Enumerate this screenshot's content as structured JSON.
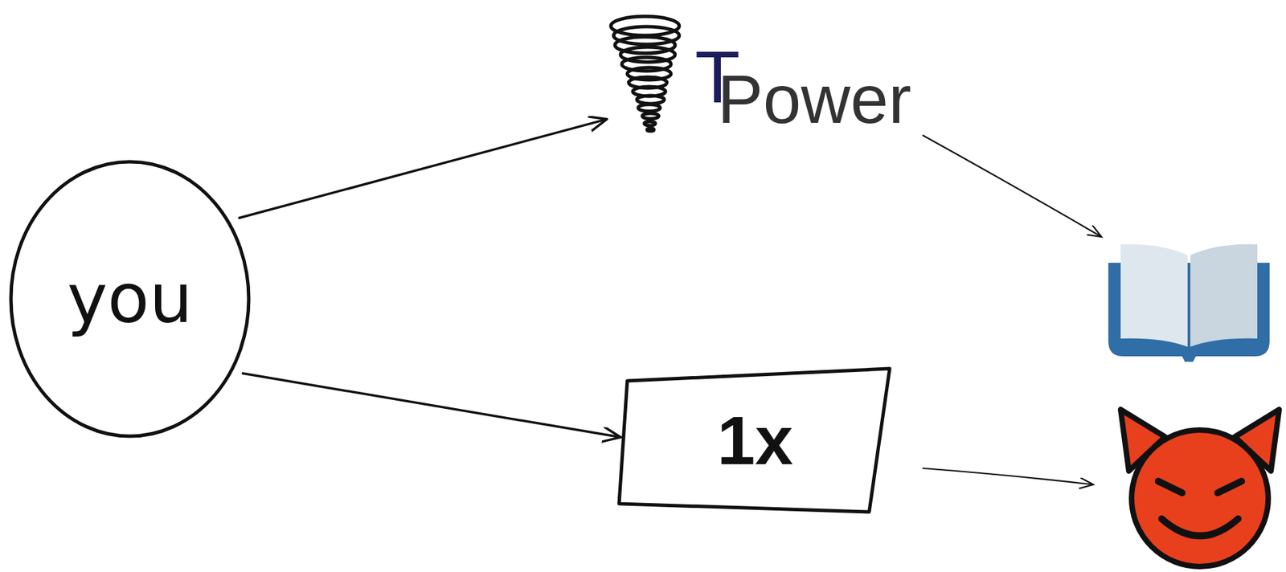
{
  "diagram": {
    "nodes": [
      {
        "text": [
          "you"
        ]
      },
      {
        "text": [
          "Power"
        ]
      },
      {
        "text": [
          "1x"
        ]
      }
    ],
    "edges": [
      {
        "from": 0,
        "to": 1,
        "arrow": "to"
      },
      {
        "from": 0,
        "to": 2,
        "arrow": "to"
      }
    ],
    "labels": [
      "T"
    ]
  }
}
